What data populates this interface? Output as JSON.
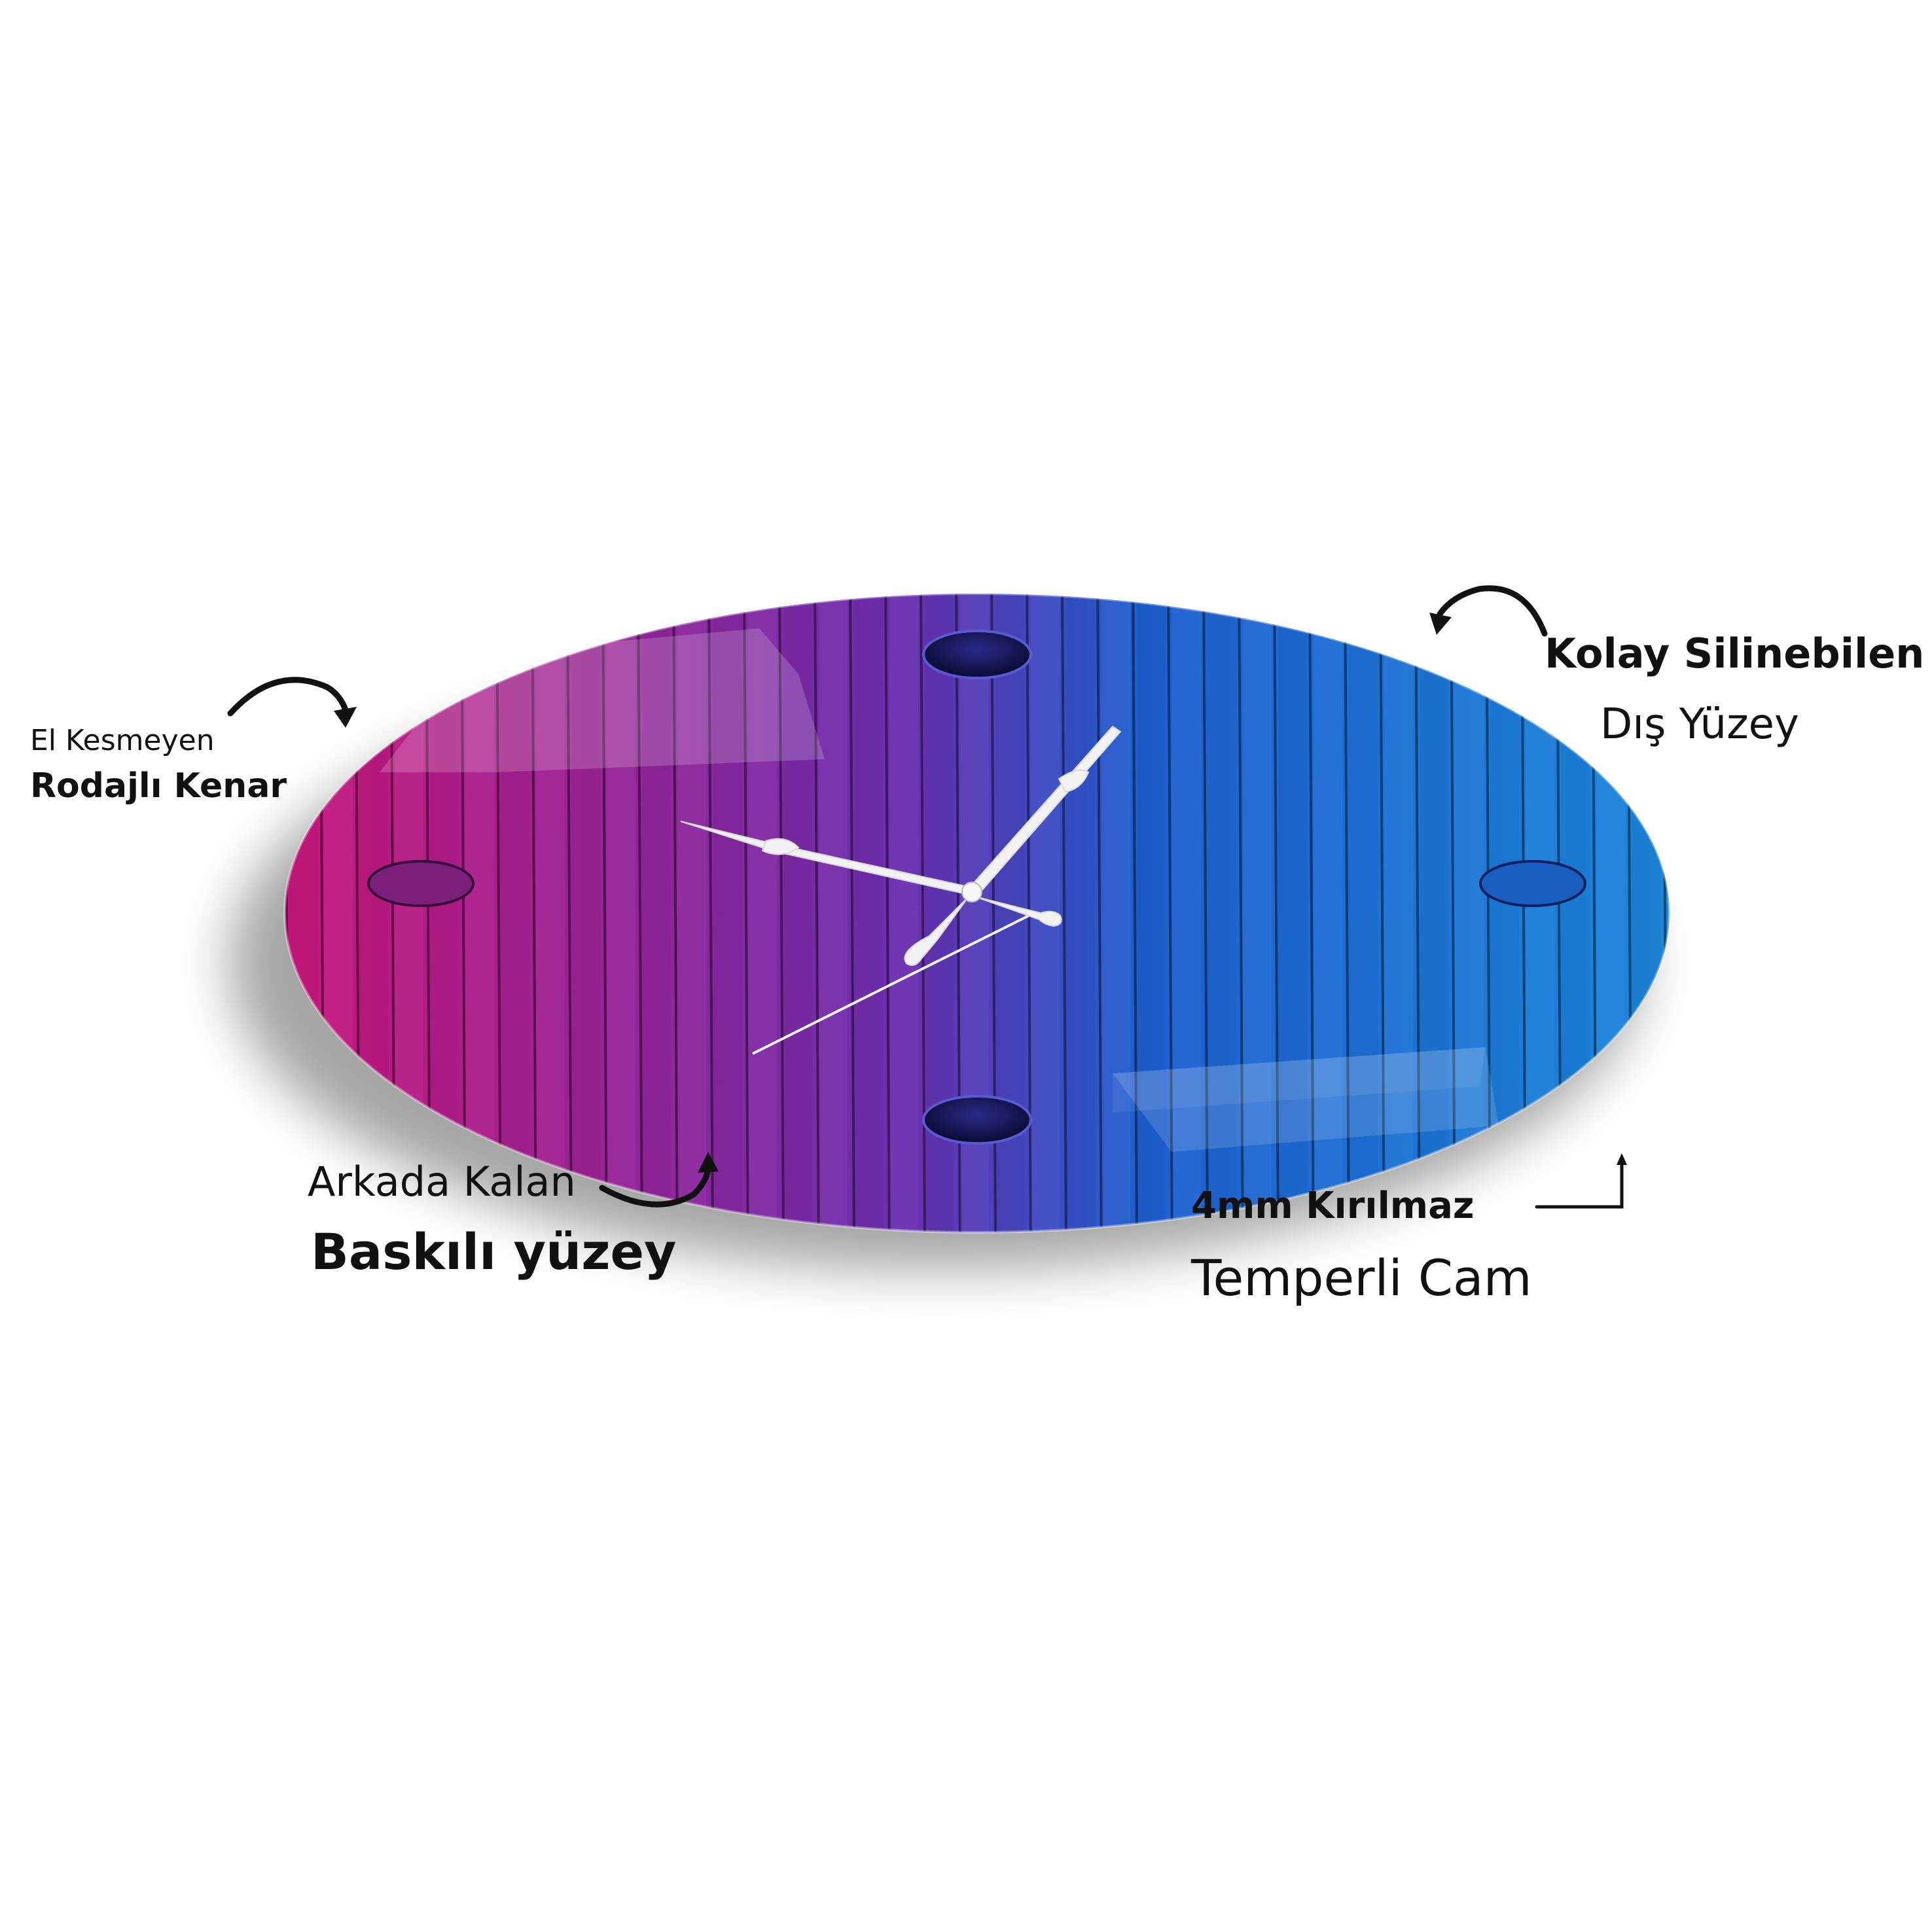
{
  "colors": {
    "glass_left": "#c8167a",
    "glass_mid": "#6a2fb0",
    "glass_right": "#1c86da",
    "hands": "#f2f2f2",
    "text": "#111111"
  },
  "labels": {
    "edge": {
      "line1": "El Kesmeyen",
      "line2": "Rodajlı Kenar"
    },
    "surface": {
      "line1": "Kolay Silinebilen",
      "line2": "Dış Yüzey"
    },
    "print": {
      "line1": "Arkada Kalan",
      "line2": "Baskılı yüzey"
    },
    "glass": {
      "line1": "4mm Kırılmaz",
      "line2": "Temperli Cam"
    }
  },
  "icons": [
    "curved-arrow-icon",
    "corner-arrow-icon"
  ]
}
